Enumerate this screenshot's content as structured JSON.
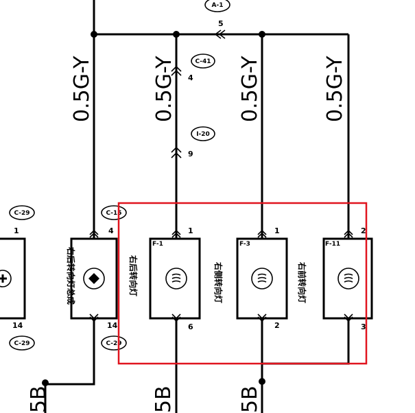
{
  "wire_spec": "0.5G-Y",
  "connectors": {
    "top_partial": "A-1",
    "c41": "C-41",
    "i20": "I-20",
    "c29_top": "C-29",
    "c15": "C-15",
    "c29_bottom_left": "C-29",
    "c29_bottom": "C-29"
  },
  "splice_numbers": {
    "top": "5",
    "c41_pin": "4",
    "i20_pin": "9"
  },
  "ground_labels": [
    "5B",
    "5B",
    "5B"
  ],
  "components": [
    {
      "name": "右后转向灯总成",
      "tag": "",
      "pin_top": "4",
      "pin_bottom": "14"
    },
    {
      "name": "右后转向灯",
      "tag": "F-1",
      "pin_top": "1",
      "pin_bottom": "6"
    },
    {
      "name": "右侧转向灯",
      "tag": "F-3",
      "pin_top": "1",
      "pin_bottom": "2"
    },
    {
      "name": "右前转向灯",
      "tag": "F-11",
      "pin_top": "2",
      "pin_bottom": "3"
    }
  ],
  "left_partial_pins": {
    "top": "1",
    "bottom": "14"
  },
  "highlight_color": "#e0141e"
}
